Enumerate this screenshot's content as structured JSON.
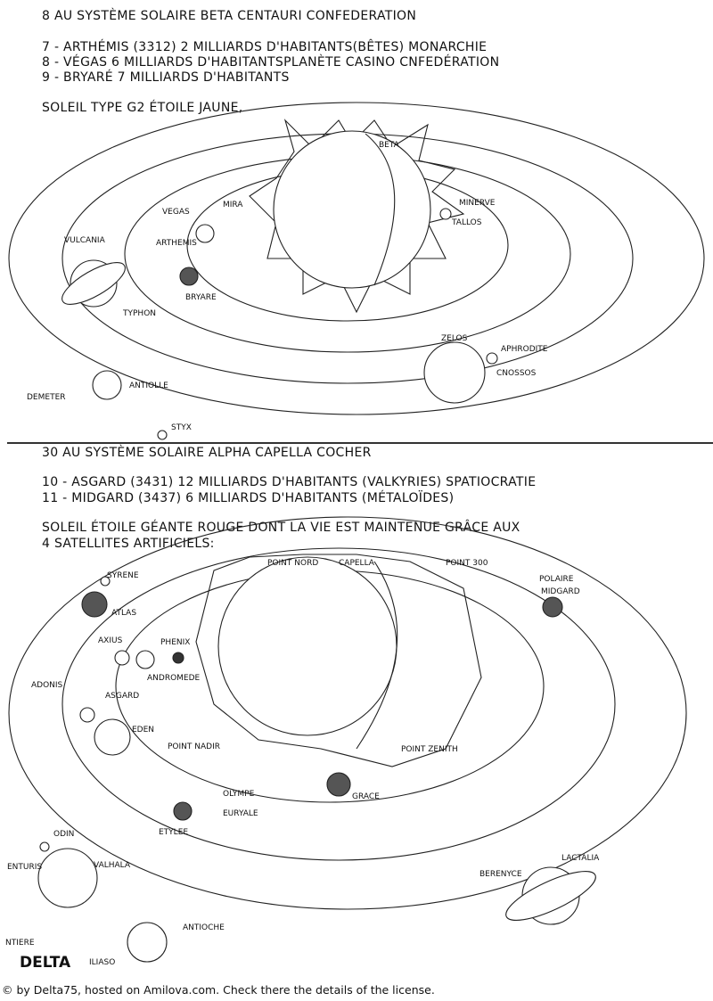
{
  "top_system": {
    "title": "8 au système solaire Beta Centauri Confederation",
    "lines": [
      "7 - Arthémis (3312) 2 milliards d'habitants(bêtes) monarchie",
      "8 - Végas 6 milliards d'habitantsplanète casino cnfedération",
      "9 - Bryaré 7 milliards d'habitants"
    ],
    "sun_note": "Soleil type G2 étoile jaune,",
    "labels": [
      "BETA",
      "MINERVE",
      "TALLOS",
      "MIRA",
      "VEGAS",
      "ARTHEMIS",
      "VULCANIA",
      "BRYARE",
      "TYPHON",
      "ZELOS",
      "APHRODITE",
      "CNOSSOS",
      "ANTIOLLE",
      "DEMETER",
      "STYX"
    ]
  },
  "bottom_system": {
    "title": "30 au système solaire Alpha Capella Cocher",
    "lines": [
      "10 - Asgard (3431) 12 milliards d'habitants (valkyries) spatiocratie",
      "11 - Midgard (3437) 6 milliards d'habitants (métaloïdes)"
    ],
    "sun_note": [
      "Soleil étoile géante rouge dont la vie est maintenue grâce aux",
      "4 satellites artificiels:"
    ],
    "labels": [
      "POINT NORD",
      "CAPELLA",
      "POINT 300",
      "SYRENE",
      "POLAIRE",
      "MIDGARD",
      "ATLAS",
      "AXIUS",
      "PHENIX",
      "ANDROMEDE",
      "ASGARD",
      "ADONIS",
      "EDEN",
      "POINT NADIR",
      "POINT ZENITH",
      "OLYMPE",
      "GRACE",
      "EURYALE",
      "ETYLEE",
      "ODIN",
      "ENTURIS",
      "VALHALA",
      "BERENYCE",
      "LACTALIA",
      "ANTIOCHE",
      "NTIERE",
      "ILIASO"
    ]
  },
  "logo": "DELTA",
  "footer": "© by Delta75, hosted on Amilova.com. Check there the details of the license."
}
